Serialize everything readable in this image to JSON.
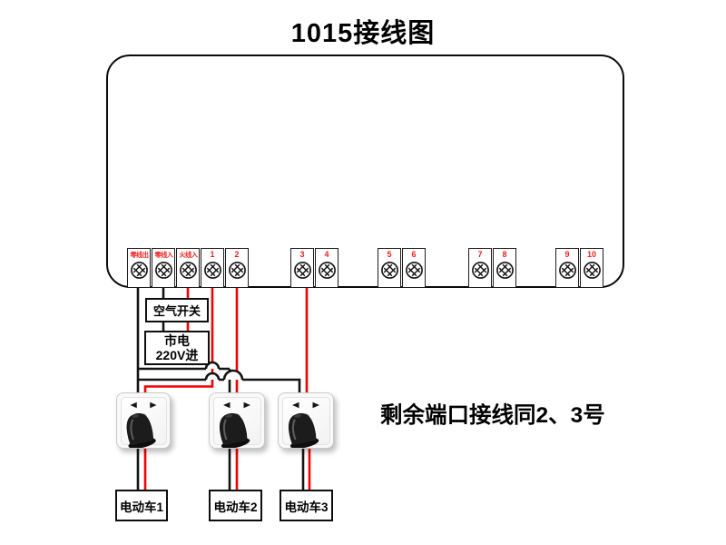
{
  "title": "1015接线图",
  "colors": {
    "wire_live": "#f40000",
    "wire_neutral": "#141414",
    "terminal_text": "#ee2222"
  },
  "terminals": {
    "groups": [
      {
        "items": [
          {
            "key": "neutral-out",
            "label": "零线出"
          },
          {
            "key": "neutral-in",
            "label": "零线入"
          },
          {
            "key": "live-in",
            "label": "火线入"
          },
          {
            "key": "1",
            "label": "1"
          },
          {
            "key": "2",
            "label": "2"
          }
        ]
      },
      {
        "items": [
          {
            "key": "3",
            "label": "3"
          },
          {
            "key": "4",
            "label": "4"
          }
        ]
      },
      {
        "items": [
          {
            "key": "5",
            "label": "5"
          },
          {
            "key": "6",
            "label": "6"
          }
        ]
      },
      {
        "items": [
          {
            "key": "7",
            "label": "7"
          },
          {
            "key": "8",
            "label": "8"
          }
        ]
      },
      {
        "items": [
          {
            "key": "9",
            "label": "9"
          },
          {
            "key": "10",
            "label": "10"
          }
        ]
      }
    ]
  },
  "boxes": {
    "breaker": "空气开关",
    "mains_line1": "市电",
    "mains_line2": "220V进"
  },
  "note": "剩余端口接线同2、3号",
  "ev": [
    "电动车1",
    "电动车2",
    "电动车3"
  ]
}
